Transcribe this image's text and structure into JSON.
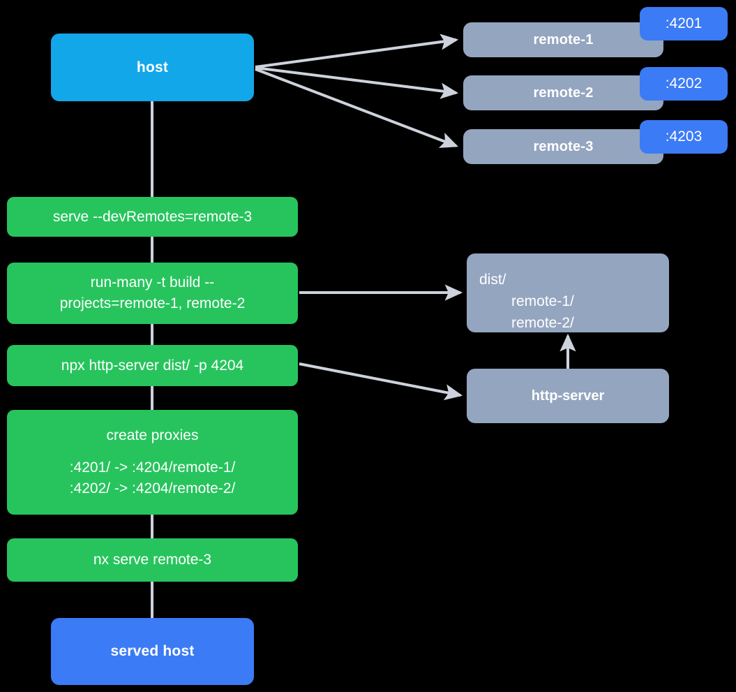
{
  "diagram": {
    "title": "Nx module federation host and remotes serve flow",
    "background": "#000000",
    "colors": {
      "host": "#12A7E8",
      "served_host": "#3B7BF5",
      "command": "#27C45D",
      "remote": "#94A5BF",
      "badge": "#3B7BF5",
      "edge": "#CDD2DC"
    }
  },
  "nodes": {
    "host": {
      "label": "host"
    },
    "served_host": {
      "label": "served host"
    },
    "remotes": [
      {
        "label": "remote-1",
        "port": ":4201"
      },
      {
        "label": "remote-2",
        "port": ":4202"
      },
      {
        "label": "remote-3",
        "port": ":4203"
      }
    ],
    "commands": [
      {
        "id": "serve",
        "lines": [
          "serve --devRemotes=remote-3"
        ]
      },
      {
        "id": "run-many",
        "lines": [
          "run-many -t build --",
          "projects=remote-1, remote-2"
        ]
      },
      {
        "id": "http-server-cmd",
        "lines": [
          "npx http-server dist/ -p 4204"
        ]
      },
      {
        "id": "create-proxies",
        "title": "create proxies",
        "lines": [
          ":4201/ -> :4204/remote-1/",
          ":4202/ -> :4204/remote-2/"
        ]
      },
      {
        "id": "nx-serve-remote-3",
        "lines": [
          "nx serve remote-3"
        ]
      }
    ],
    "dist": {
      "root": "dist/",
      "children": [
        "remote-1/",
        "remote-2/"
      ]
    },
    "http_server": {
      "label": "http-server"
    }
  },
  "edges": [
    {
      "from": "host",
      "to": "remote-1"
    },
    {
      "from": "host",
      "to": "remote-2"
    },
    {
      "from": "host",
      "to": "remote-3"
    },
    {
      "from": "run-many",
      "to": "dist"
    },
    {
      "from": "http-server-cmd",
      "to": "http-server"
    },
    {
      "from": "http-server",
      "to": "dist"
    }
  ]
}
